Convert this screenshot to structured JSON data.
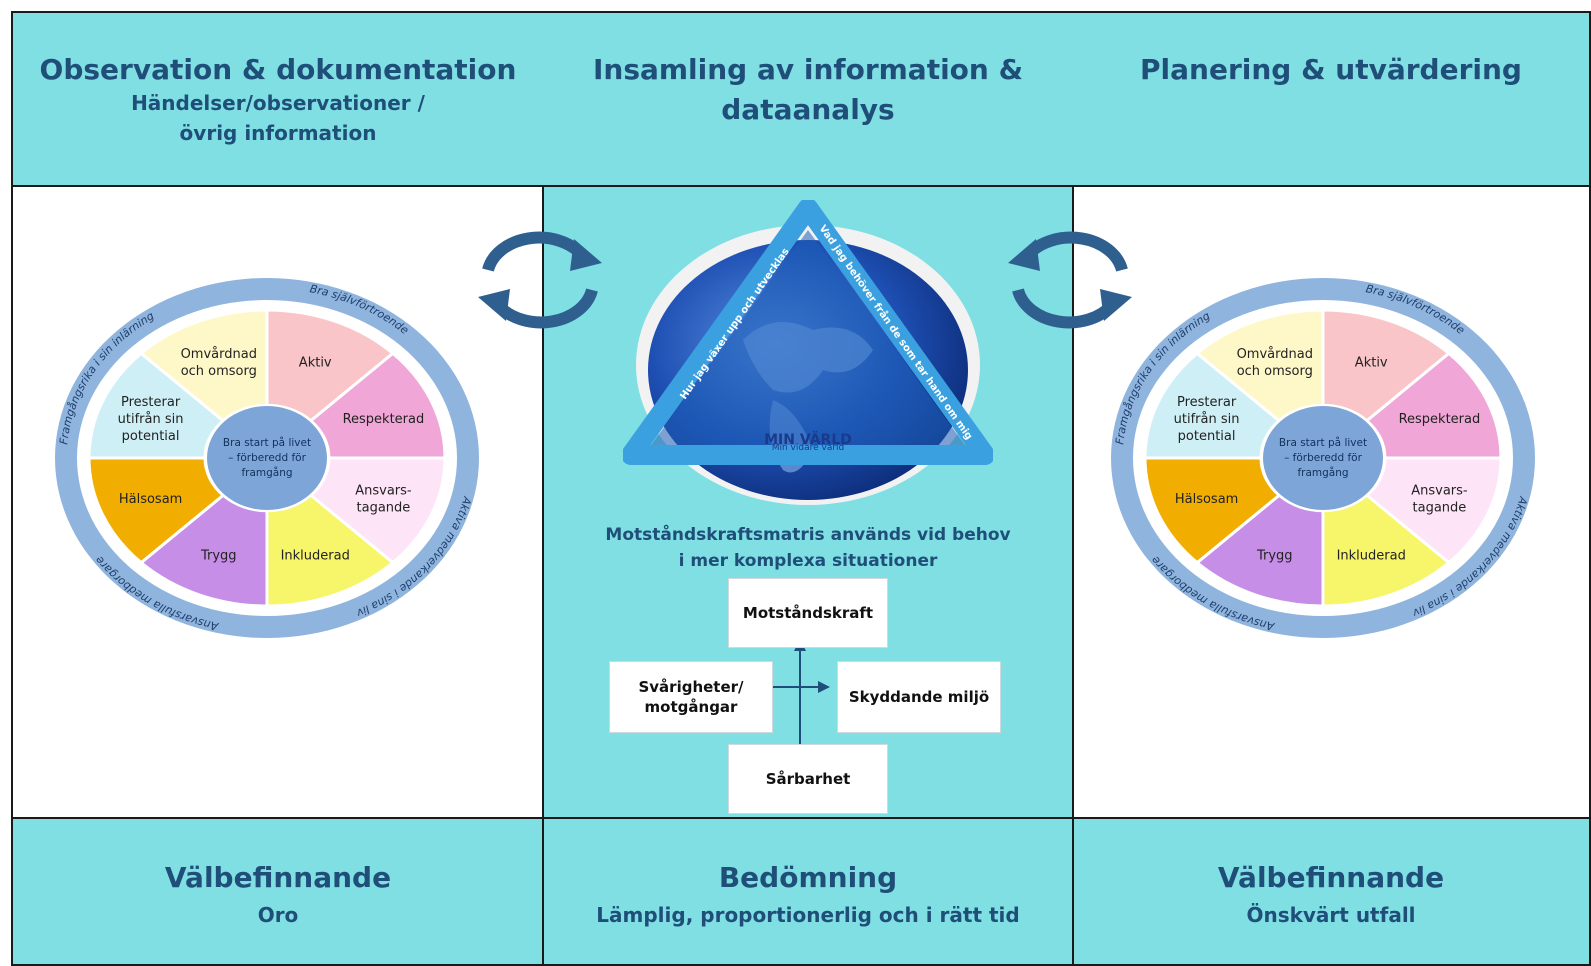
{
  "header": {
    "left_title": "Observation & dokumentation",
    "left_subtitle_line1": "Händelser/observationer /",
    "left_subtitle_line2": "övrig information",
    "center_title_line1": "Insamling av information &",
    "center_title_line2": "dataanalys",
    "right_title": "Planering & utvärdering"
  },
  "wheel": {
    "center_line1": "Bra start på livet",
    "center_line2": "– förberedd för",
    "center_line3": "framgång",
    "segments": [
      {
        "label_line1": "Aktiv",
        "label_line2": "",
        "color": "#f9c5c8"
      },
      {
        "label_line1": "Respekterad",
        "label_line2": "",
        "color": "#f0a6d6"
      },
      {
        "label_line1": "Ansvars-",
        "label_line2": "tagande",
        "color": "#fde4f7"
      },
      {
        "label_line1": "Inkluderad",
        "label_line2": "",
        "color": "#f7f56a"
      },
      {
        "label_line1": "Trygg",
        "label_line2": "",
        "color": "#c68ee6"
      },
      {
        "label_line1": "Hälsosam",
        "label_line2": "",
        "color": "#f2ae00"
      },
      {
        "label_line1": "Presterar",
        "label_line2": "utifrån sin",
        "label_line3": "potential",
        "color": "#cfeff6"
      },
      {
        "label_line1": "Omvårdnad",
        "label_line2": "och omsorg",
        "color": "#fef8c8"
      }
    ],
    "ring_texts": {
      "top_left": "Framgångsrika i sin inlärning",
      "top_right": "Bra självförtroende",
      "bottom_right": "Aktiva medverkande i sina liv",
      "bottom_left": "Ansvarsfulla medborgare"
    },
    "colors": {
      "ring": "#8fb4de",
      "hub": "#7ea5d8"
    }
  },
  "globe": {
    "triangle_left": "Hur jag växer upp och utvecklas",
    "triangle_right": "Vad jag behöver från de som tar hand om mig",
    "triangle_bottom": "MIN VÄRLD",
    "triangle_bottom_sub": "Min vidare värld"
  },
  "matrix": {
    "caption_line1": "Motståndskraftsmatris används vid behov",
    "caption_line2": "i mer komplexa situationer",
    "top": "Motståndskraft",
    "left_line1": "Svårigheter/",
    "left_line2": "motgångar",
    "right": "Skyddande miljö",
    "bottom": "Sårbarhet"
  },
  "footer": {
    "left_title": "Välbefinnande",
    "left_sub": "Oro",
    "center_title": "Bedömning",
    "center_sub": "Lämplig, proportionerlig och i rätt tid",
    "right_title": "Välbefinnande",
    "right_sub": "Önskvärt utfall"
  },
  "colors": {
    "cyan": "#7fdfe3",
    "heading": "#1f4e79",
    "arrow": "#2f5f8f"
  }
}
